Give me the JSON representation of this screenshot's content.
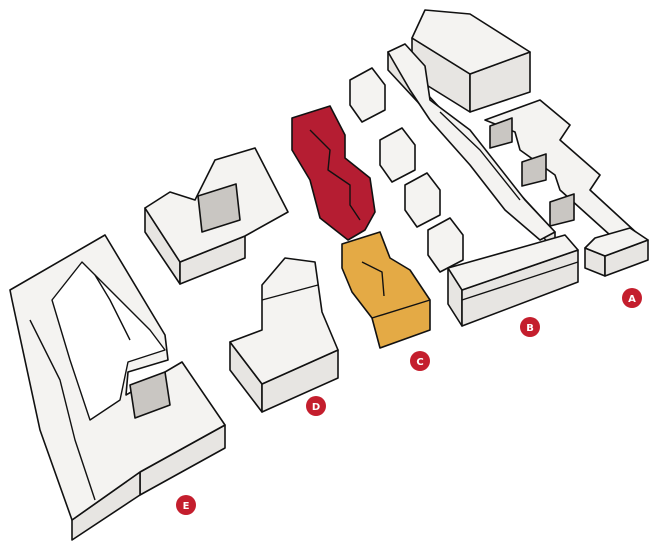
{
  "colors": {
    "badge": "#c41e2d",
    "block_c_red": "#b51d32",
    "block_c_gold": "#e4aa45",
    "building": "#f4f3f1",
    "outline": "#111111"
  },
  "labels": {
    "a": "A",
    "b": "B",
    "c": "C",
    "d": "D",
    "e": "E"
  }
}
